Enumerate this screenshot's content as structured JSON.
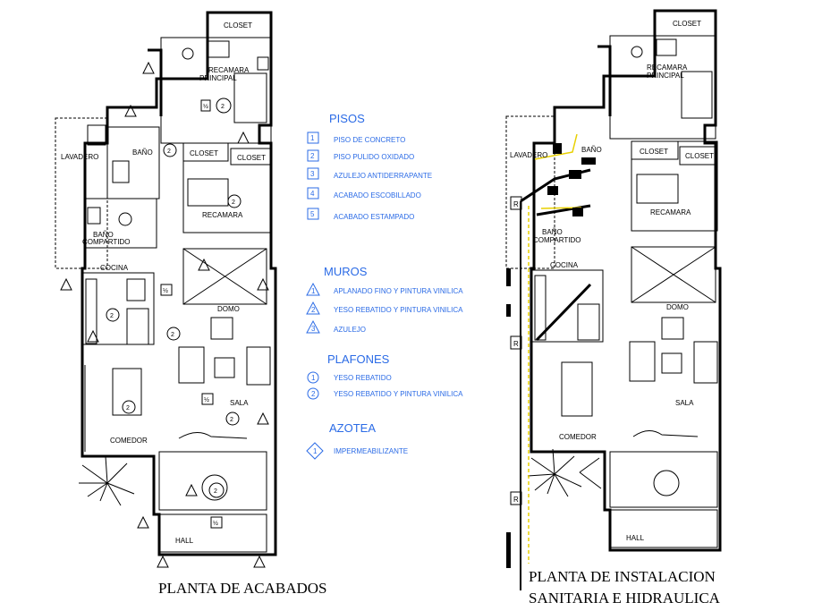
{
  "plans": {
    "acabados": {
      "title": "PLANTA DE ACABADOS",
      "rooms": {
        "closet": "CLOSET",
        "recamara_principal": "RECAMARA",
        "principal": "PRINCIPAL",
        "bano": "BAÑO",
        "lavadero": "LAVADERO",
        "closet_a": "CLOSET",
        "closet_b": "CLOSET",
        "recamara": "RECAMARA",
        "bano_comp_a": "BAÑO",
        "bano_comp_b": "COMPARTIDO",
        "cocina": "COCINA",
        "domo": "DOMO",
        "sala": "SALA",
        "comedor": "COMEDOR",
        "hall": "HALL"
      }
    },
    "instalacion": {
      "title_line1": "PLANTA DE INSTALACION",
      "title_line2": "SANITARIA E HIDRAULICA",
      "register_label": "R",
      "rooms": {
        "closet": "CLOSET",
        "recamara_principal": "RECAMARA",
        "principal": "PRINCIPAL",
        "bano": "BAÑO",
        "lavadero": "LAVADERO",
        "closet_a": "CLOSET",
        "closet_b": "CLOSET",
        "recamara": "RECAMARA",
        "bano_comp_a": "BAÑO",
        "bano_comp_b": "COMPARTIDO",
        "cocina": "COCINA",
        "domo": "DOMO",
        "sala": "SALA",
        "comedor": "COMEDOR",
        "hall": "HALL"
      }
    }
  },
  "legend": {
    "pisos": {
      "heading": "PISOS",
      "items": [
        {
          "key": "1",
          "label": "PISO DE CONCRETO"
        },
        {
          "key": "2",
          "label": "PISO PULIDO OXIDADO"
        },
        {
          "key": "3",
          "label": "AZULEJO ANTIDERRAPANTE"
        },
        {
          "key": "4",
          "label": "ACABADO ESCOBILLADO"
        },
        {
          "key": "5",
          "label": "ACABADO ESTAMPADO"
        }
      ]
    },
    "muros": {
      "heading": "MUROS",
      "items": [
        {
          "key": "1",
          "label": "APLANADO FINO Y PINTURA VINILICA"
        },
        {
          "key": "2",
          "label": "YESO REBATIDO Y PINTURA VINILICA"
        },
        {
          "key": "3",
          "label": "AZULEJO"
        }
      ]
    },
    "plafones": {
      "heading": "PLAFONES",
      "items": [
        {
          "key": "1",
          "label": "YESO REBATIDO"
        },
        {
          "key": "2",
          "label": "YESO REBATIDO Y PINTURA VINILICA"
        }
      ]
    },
    "azotea": {
      "heading": "AZOTEA",
      "items": [
        {
          "key": "1",
          "label": "IMPERMEABILIZANTE"
        }
      ]
    }
  },
  "colors": {
    "legend": "#2b6be6",
    "lines": "#000000",
    "pipe_yellow": "#e8d000"
  }
}
